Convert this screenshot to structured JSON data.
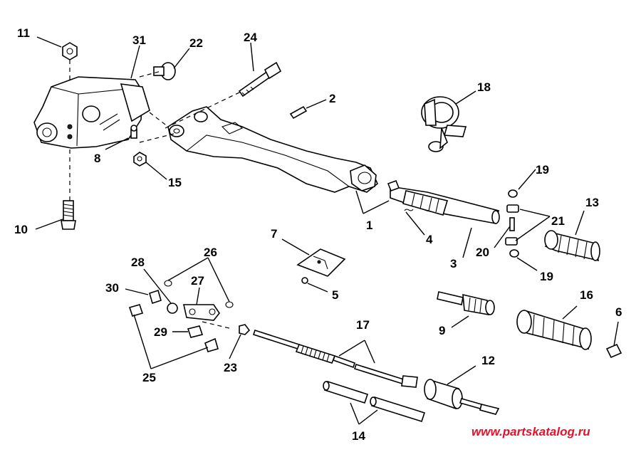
{
  "diagram": {
    "callouts": [
      {
        "id": "c1",
        "text": "1"
      },
      {
        "id": "c2",
        "text": "2"
      },
      {
        "id": "c3",
        "text": "3"
      },
      {
        "id": "c4",
        "text": "4"
      },
      {
        "id": "c5",
        "text": "5"
      },
      {
        "id": "c6",
        "text": "6"
      },
      {
        "id": "c7",
        "text": "7"
      },
      {
        "id": "c8",
        "text": "8"
      },
      {
        "id": "c9",
        "text": "9"
      },
      {
        "id": "c10",
        "text": "10"
      },
      {
        "id": "c11",
        "text": "11"
      },
      {
        "id": "c12",
        "text": "12"
      },
      {
        "id": "c13",
        "text": "13"
      },
      {
        "id": "c14",
        "text": "14"
      },
      {
        "id": "c15",
        "text": "15"
      },
      {
        "id": "c16",
        "text": "16"
      },
      {
        "id": "c17",
        "text": "17"
      },
      {
        "id": "c18",
        "text": "18"
      },
      {
        "id": "c19a",
        "text": "19"
      },
      {
        "id": "c19b",
        "text": "19"
      },
      {
        "id": "c20",
        "text": "20"
      },
      {
        "id": "c21",
        "text": "21"
      },
      {
        "id": "c22",
        "text": "22"
      },
      {
        "id": "c23",
        "text": "23"
      },
      {
        "id": "c24",
        "text": "24"
      },
      {
        "id": "c25",
        "text": "25"
      },
      {
        "id": "c26",
        "text": "26"
      },
      {
        "id": "c27",
        "text": "27"
      },
      {
        "id": "c28",
        "text": "28"
      },
      {
        "id": "c29",
        "text": "29"
      },
      {
        "id": "c30",
        "text": "30"
      },
      {
        "id": "c31",
        "text": "31"
      }
    ],
    "watermark": "www.partskatalog.ru",
    "watermark_color": "#e8102a"
  }
}
